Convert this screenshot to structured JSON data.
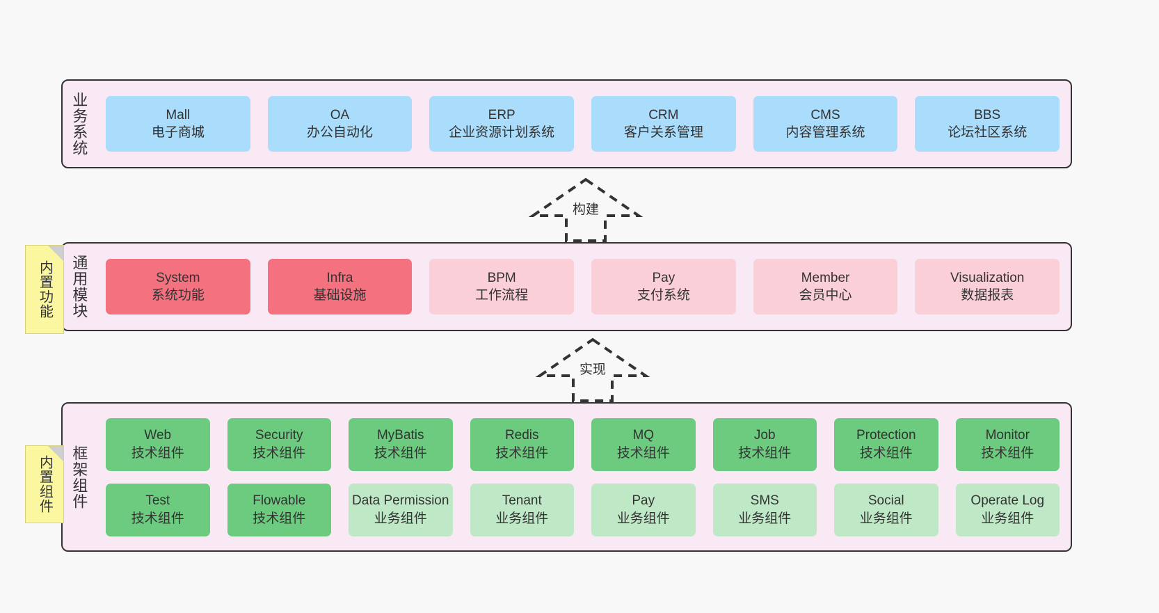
{
  "diagram": {
    "background_color": "#f8f8f8",
    "layer_bg_color": "#f8e9f5",
    "sticky_color": "#fbf7a0"
  },
  "layers": {
    "business": {
      "title": "业务系统",
      "accent": "#aadcfc",
      "items": [
        {
          "en": "Mall",
          "cn": "电子商城"
        },
        {
          "en": "OA",
          "cn": "办公自动化"
        },
        {
          "en": "ERP",
          "cn": "企业资源计划系统"
        },
        {
          "en": "CRM",
          "cn": "客户关系管理"
        },
        {
          "en": "CMS",
          "cn": "内容管理系统"
        },
        {
          "en": "BBS",
          "cn": "论坛社区系统"
        }
      ]
    },
    "common": {
      "title": "通用模块",
      "accent_strong": "#f4717f",
      "accent_soft": "#fbcfd8",
      "items": [
        {
          "en": "System",
          "cn": "系统功能",
          "style": "red"
        },
        {
          "en": "Infra",
          "cn": "基础设施",
          "style": "red"
        },
        {
          "en": "BPM",
          "cn": "工作流程",
          "style": "pink"
        },
        {
          "en": "Pay",
          "cn": "支付系统",
          "style": "pink"
        },
        {
          "en": "Member",
          "cn": "会员中心",
          "style": "pink"
        },
        {
          "en": "Visualization",
          "cn": "数据报表",
          "style": "pink"
        }
      ]
    },
    "framework": {
      "title": "框架组件",
      "accent_strong": "#6ccb7f",
      "accent_soft": "#bfe8c6",
      "row1": [
        {
          "en": "Web",
          "cn": "技术组件",
          "style": "green"
        },
        {
          "en": "Security",
          "cn": "技术组件",
          "style": "green"
        },
        {
          "en": "MyBatis",
          "cn": "技术组件",
          "style": "green"
        },
        {
          "en": "Redis",
          "cn": "技术组件",
          "style": "green"
        },
        {
          "en": "MQ",
          "cn": "技术组件",
          "style": "green"
        },
        {
          "en": "Job",
          "cn": "技术组件",
          "style": "green"
        },
        {
          "en": "Protection",
          "cn": "技术组件",
          "style": "green"
        },
        {
          "en": "Monitor",
          "cn": "技术组件",
          "style": "green"
        }
      ],
      "row2": [
        {
          "en": "Test",
          "cn": "技术组件",
          "style": "green"
        },
        {
          "en": "Flowable",
          "cn": "技术组件",
          "style": "green"
        },
        {
          "en": "Data Permission",
          "cn": "业务组件",
          "style": "lightgreen"
        },
        {
          "en": "Tenant",
          "cn": "业务组件",
          "style": "lightgreen"
        },
        {
          "en": "Pay",
          "cn": "业务组件",
          "style": "lightgreen"
        },
        {
          "en": "SMS",
          "cn": "业务组件",
          "style": "lightgreen"
        },
        {
          "en": "Social",
          "cn": "业务组件",
          "style": "lightgreen"
        },
        {
          "en": "Operate Log",
          "cn": "业务组件",
          "style": "lightgreen"
        }
      ]
    }
  },
  "stickies": [
    {
      "label": "内置功能"
    },
    {
      "label": "内置组件"
    }
  ],
  "connectors": [
    {
      "label": "构建"
    },
    {
      "label": "实现"
    }
  ]
}
